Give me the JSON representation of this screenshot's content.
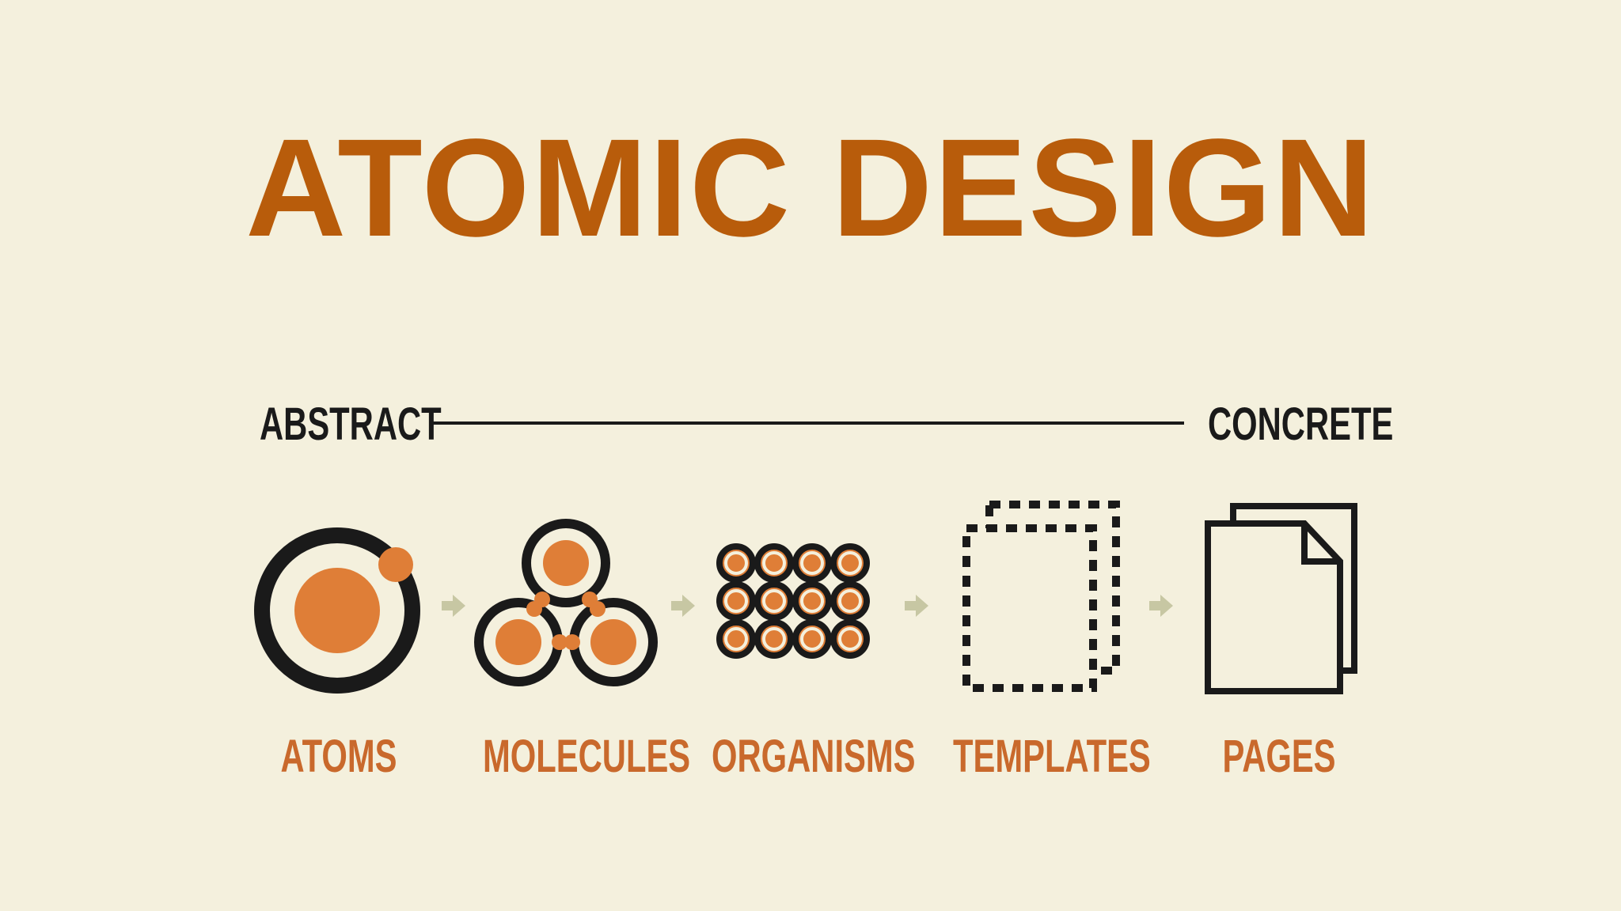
{
  "title": "ATOMIC DESIGN",
  "axis": {
    "start_label": "ABSTRACT",
    "end_label": "CONCRETE"
  },
  "stages": [
    {
      "label": "ATOMS",
      "icon": "atom-icon"
    },
    {
      "label": "MOLECULES",
      "icon": "molecule-icon"
    },
    {
      "label": "ORGANISMS",
      "icon": "organism-icon"
    },
    {
      "label": "TEMPLATES",
      "icon": "template-icon"
    },
    {
      "label": "PAGES",
      "icon": "pages-icon"
    }
  ],
  "colors": {
    "background": "#f4f0dd",
    "title": "#b85c0b",
    "accent": "#df7e37",
    "label": "#c9692c",
    "dark": "#1a1a1a",
    "arrow": "#c7c7a3"
  }
}
